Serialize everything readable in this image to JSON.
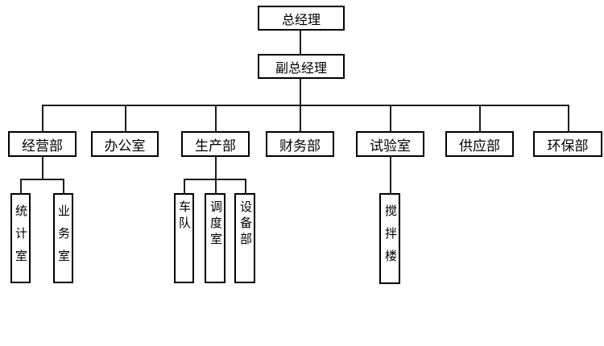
{
  "org": {
    "root": {
      "label": "总经理"
    },
    "deputy": {
      "label": "副总经理"
    },
    "departments": [
      {
        "label": "经营部",
        "children": [
          {
            "label": "统计室"
          },
          {
            "label": "业务室"
          }
        ]
      },
      {
        "label": "办公室",
        "children": []
      },
      {
        "label": "生产部",
        "children": [
          {
            "label": "车队"
          },
          {
            "label": "调度室"
          },
          {
            "label": "设备部"
          }
        ]
      },
      {
        "label": "财务部",
        "children": []
      },
      {
        "label": "试验室",
        "children": [
          {
            "label": "搅拌楼"
          }
        ]
      },
      {
        "label": "供应部",
        "children": []
      },
      {
        "label": "环保部",
        "children": []
      }
    ]
  },
  "colors": {
    "background": "#ffffff",
    "box_border": "#000000",
    "connector": "#1c1c1c",
    "text": "#000000"
  }
}
